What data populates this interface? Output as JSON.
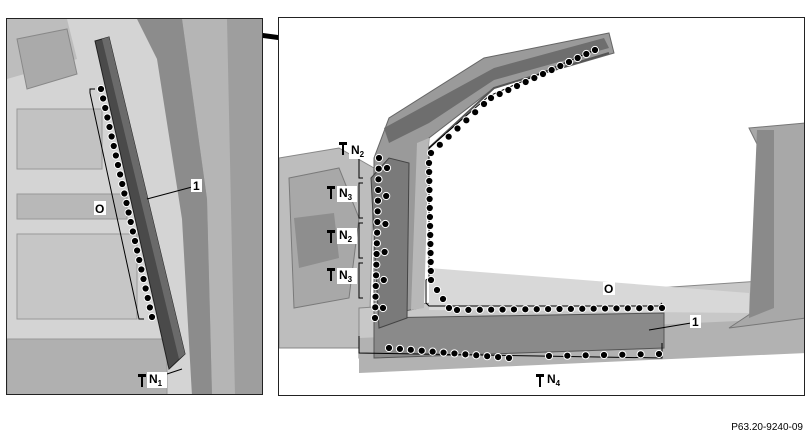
{
  "left_view": {
    "callouts": [
      {
        "id": "part-1",
        "text": "1"
      },
      {
        "id": "zone-o",
        "text": "O"
      },
      {
        "id": "fastener-n1",
        "text": "N",
        "sub": "1"
      }
    ]
  },
  "right_view": {
    "callouts": [
      {
        "id": "part-1",
        "text": "1"
      },
      {
        "id": "zone-o",
        "text": "O"
      },
      {
        "id": "fastener-n2a",
        "text": "N",
        "sub": "2"
      },
      {
        "id": "fastener-n3a",
        "text": "N",
        "sub": "3"
      },
      {
        "id": "fastener-n2b",
        "text": "N",
        "sub": "2"
      },
      {
        "id": "fastener-n3b",
        "text": "N",
        "sub": "3"
      },
      {
        "id": "fastener-n4",
        "text": "N",
        "sub": "4"
      }
    ]
  },
  "reference_code": "P63.20-9240-09",
  "colors": {
    "body_grey": "#c8c8c8",
    "dark_grey": "#5a5a5a",
    "part_dark": "#3a3a3a",
    "weld_dot": "#000000",
    "weld_ring": "#ffffff"
  }
}
